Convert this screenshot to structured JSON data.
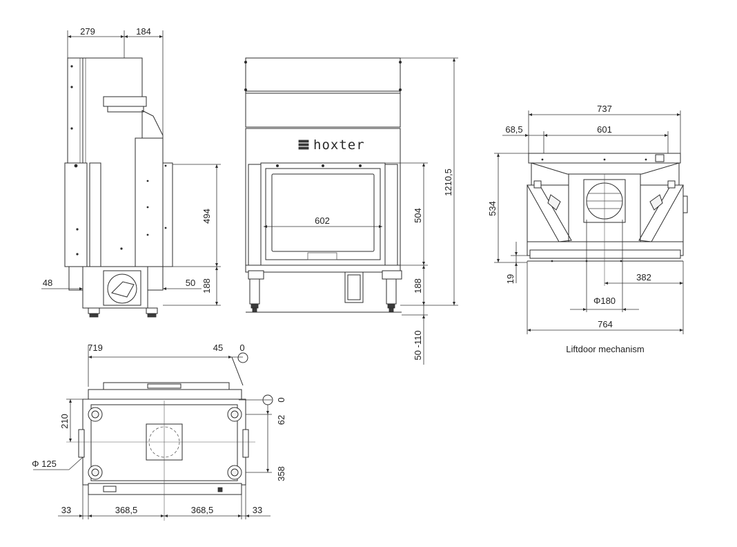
{
  "brand": {
    "logo_text": "hoxter"
  },
  "side_view": {
    "dims": {
      "top_left": "279",
      "top_right": "184",
      "height_upper": "494",
      "height_lower": "188",
      "left_offset": "48",
      "right_offset": "50"
    }
  },
  "front_view": {
    "dims": {
      "glass_width": "602",
      "height_upper": "504",
      "height_lower": "188",
      "total_height": "1210,5",
      "legs": "50 -110"
    }
  },
  "liftdoor_view": {
    "caption": "Liftdoor mechanism",
    "dims": {
      "top_width": "737",
      "inner_width": "601",
      "left_offset": "68,5",
      "height": "534",
      "bottom_offset": "19",
      "flue_offset": "382",
      "flue_diameter": "Φ180",
      "bottom_width": "764"
    }
  },
  "top_view": {
    "dims": {
      "total_depth": "719",
      "offset": "45",
      "origin_top": "0",
      "origin_right": "0",
      "side_210": "210",
      "side_62": "62",
      "side_358": "358",
      "air_diameter": "Φ 125",
      "bottom_left": "33",
      "bottom_mid_left": "368,5",
      "bottom_mid_right": "368,5",
      "bottom_right": "33"
    }
  }
}
